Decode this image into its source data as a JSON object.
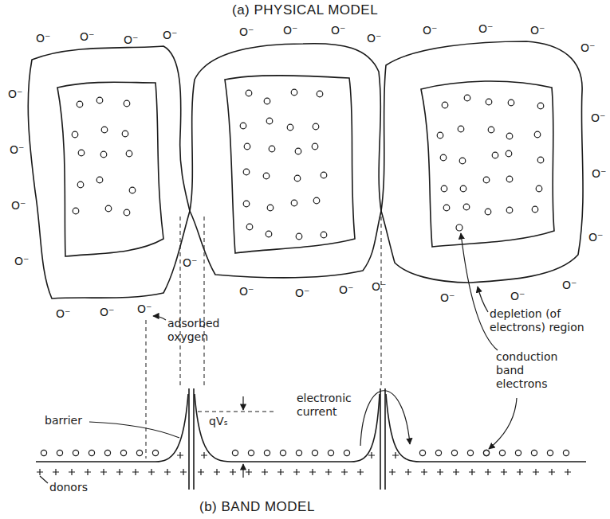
{
  "diagram": {
    "title": "(a) PHYSICAL MODEL",
    "caption": "(b) BAND MODEL",
    "labels": [
      "O⁻",
      "O⁻",
      "O⁻",
      "O⁻",
      "O⁻",
      "O⁻",
      "O⁻",
      "O⁻",
      "O⁻",
      "O⁻",
      "O⁻",
      "O⁻",
      "O⁻",
      "O⁻",
      "O⁻",
      "O⁻",
      "O⁻",
      "O⁻",
      "O⁻",
      "O⁻",
      "O⁻",
      "O⁻",
      "O⁻",
      "O⁻",
      "O⁻",
      "O⁻",
      "O⁻",
      "O⁻",
      "O⁻",
      "O⁻",
      "adsorbed oxygen",
      "depletion (of electrons) region",
      "electronic current",
      "barrier",
      "qVₛ",
      "conduction band electrons",
      "donors"
    ]
  }
}
